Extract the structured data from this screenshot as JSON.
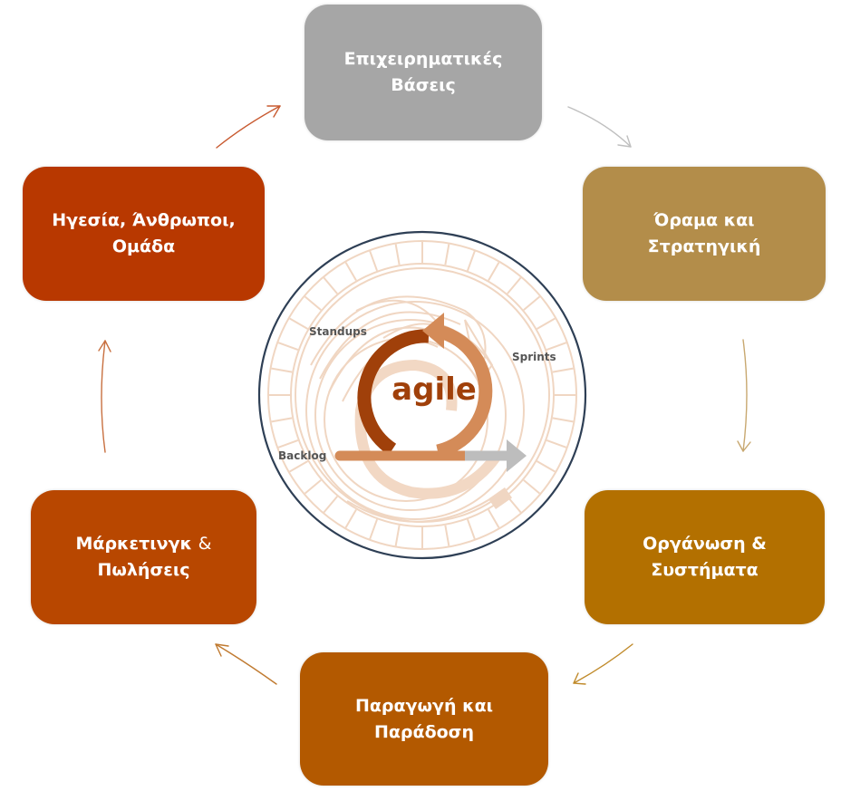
{
  "diagram": {
    "type": "cycle",
    "center": {
      "title": "agile",
      "labels": {
        "standups": "Standups",
        "sprints": "Sprints",
        "backlog": "Backlog"
      }
    },
    "stages": [
      {
        "id": "business-foundations",
        "line1": "Επιχειρηματικές",
        "line2": "Βάσεις",
        "color": "#a6a6a6"
      },
      {
        "id": "vision-strategy",
        "line1": "Όραμα και",
        "line2": "Στρατηγική",
        "color": "#b38d4a"
      },
      {
        "id": "organization-systems",
        "line1": "Οργάνωση &",
        "line2": "Συστήματα",
        "color": "#b37000"
      },
      {
        "id": "production-delivery",
        "line1": "Παραγωγή και",
        "line2": "Παράδοση",
        "color": "#b35900"
      },
      {
        "id": "marketing-sales",
        "line1": "Μάρκετινγκ",
        "line1_suffix": "&",
        "line2": "Πωλήσεις",
        "color": "#b84700"
      },
      {
        "id": "leadership-people-team",
        "line1": "Ηγεσία, Άνθρωποι,",
        "line2": "Ομάδα",
        "color": "#b83800"
      }
    ],
    "connectors": [
      {
        "from": "business-foundations",
        "to": "vision-strategy",
        "color": "#bfbfbf"
      },
      {
        "from": "vision-strategy",
        "to": "organization-systems",
        "color": "#c8a870"
      },
      {
        "from": "organization-systems",
        "to": "production-delivery",
        "color": "#c08a2a"
      },
      {
        "from": "production-delivery",
        "to": "marketing-sales",
        "color": "#c07a30"
      },
      {
        "from": "marketing-sales",
        "to": "leadership-people-team",
        "color": "#c87040"
      },
      {
        "from": "leadership-people-team",
        "to": "business-foundations",
        "color": "#c85a30"
      }
    ]
  }
}
